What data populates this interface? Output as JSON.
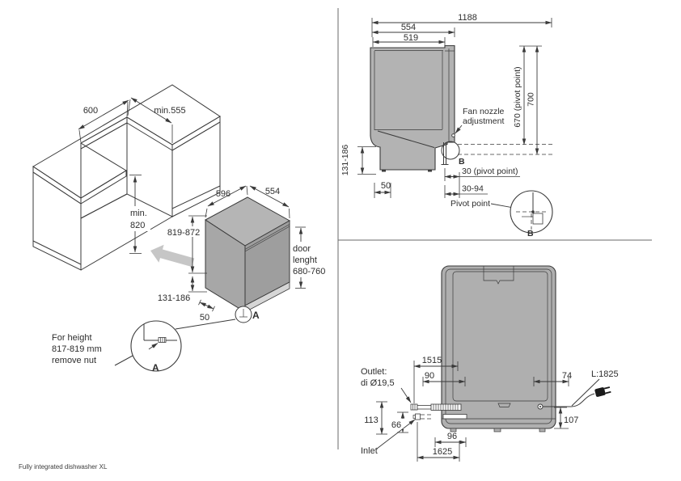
{
  "footer": "Fully integrated dishwasher XL",
  "cabinet": {
    "niche_width": "600",
    "niche_depth": "min.555",
    "niche_height_line1": "min.",
    "niche_height_line2": "820"
  },
  "dishwasher": {
    "width": "596",
    "depth": "554",
    "height": "819-872",
    "plinth_height": "131-186",
    "front_gap": "50",
    "door_line1": "door",
    "door_line2": "lenght",
    "door_line3": "680-760",
    "detail_ref": "A"
  },
  "detail_a": {
    "note_line1": "For height",
    "note_line2": "817-819 mm",
    "note_line3": "remove nut",
    "label": "A"
  },
  "side_view": {
    "overall_depth_open": "1188",
    "depth": "554",
    "inner_depth": "519",
    "pivot_height": "670 (pivot point)",
    "total_height": "700",
    "plinth_height": "131-186",
    "front_gap": "50",
    "fan_line1": "Fan nozzle",
    "fan_line2": "adjustment",
    "detail_ref": "B",
    "pivot_offset": "30 (pivot point)",
    "pivot_range": "30-94",
    "pivot_label": "Pivot point",
    "detail_label": "B"
  },
  "rear_view": {
    "outlet_line1": "Outlet:",
    "outlet_line2": "di Ø19,5",
    "outlet_hose_length": "1515",
    "outlet_offset": "90",
    "cord_offset": "74",
    "cord_length": "L:1825",
    "outlet_height": "113",
    "inlet_height": "66",
    "cord_height": "107",
    "inlet_offset": "96",
    "inlet_hose_length": "1625",
    "inlet_label": "Inlet"
  }
}
